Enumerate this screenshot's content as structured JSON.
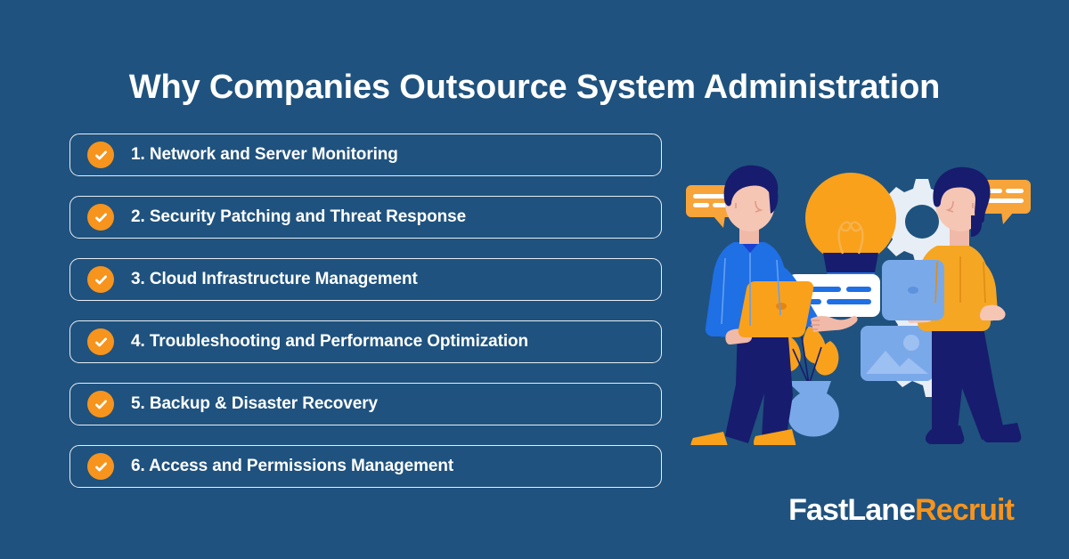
{
  "theme": {
    "background": "#1f527e",
    "accent_orange": "#f7941d",
    "text_white": "#ffffff",
    "card_border": "#e8eef5",
    "blue_light": "#7aa9ea",
    "blue_mid": "#1f6fe5",
    "navy_dark": "#171c6e",
    "gear_white": "#e8eef5"
  },
  "header": {
    "title": "Why Companies Outsource System Administration"
  },
  "checklist": {
    "icon": "check-circle-icon",
    "items": [
      {
        "label": "1. Network and Server Monitoring"
      },
      {
        "label": "2. Security Patching and Threat Response"
      },
      {
        "label": "3. Cloud Infrastructure Management"
      },
      {
        "label": "4. Troubleshooting and Performance Optimization"
      },
      {
        "label": "5. Backup & Disaster Recovery"
      },
      {
        "label": "6. Access and Permissions Management"
      }
    ]
  },
  "logo": {
    "part_one": "FastLane",
    "part_two": "Recruit"
  },
  "illustration": {
    "name": "team-collaboration-illustration",
    "elements": [
      "speech-bubble-left-icon",
      "speech-bubble-right-icon",
      "person-left-with-laptop",
      "person-right-with-laptop",
      "lightbulb-icon",
      "gear-icon-large",
      "gear-icon-small-left",
      "gear-icon-bottom",
      "document-card-icon",
      "image-placeholder-icon",
      "potted-plant-icon"
    ]
  }
}
